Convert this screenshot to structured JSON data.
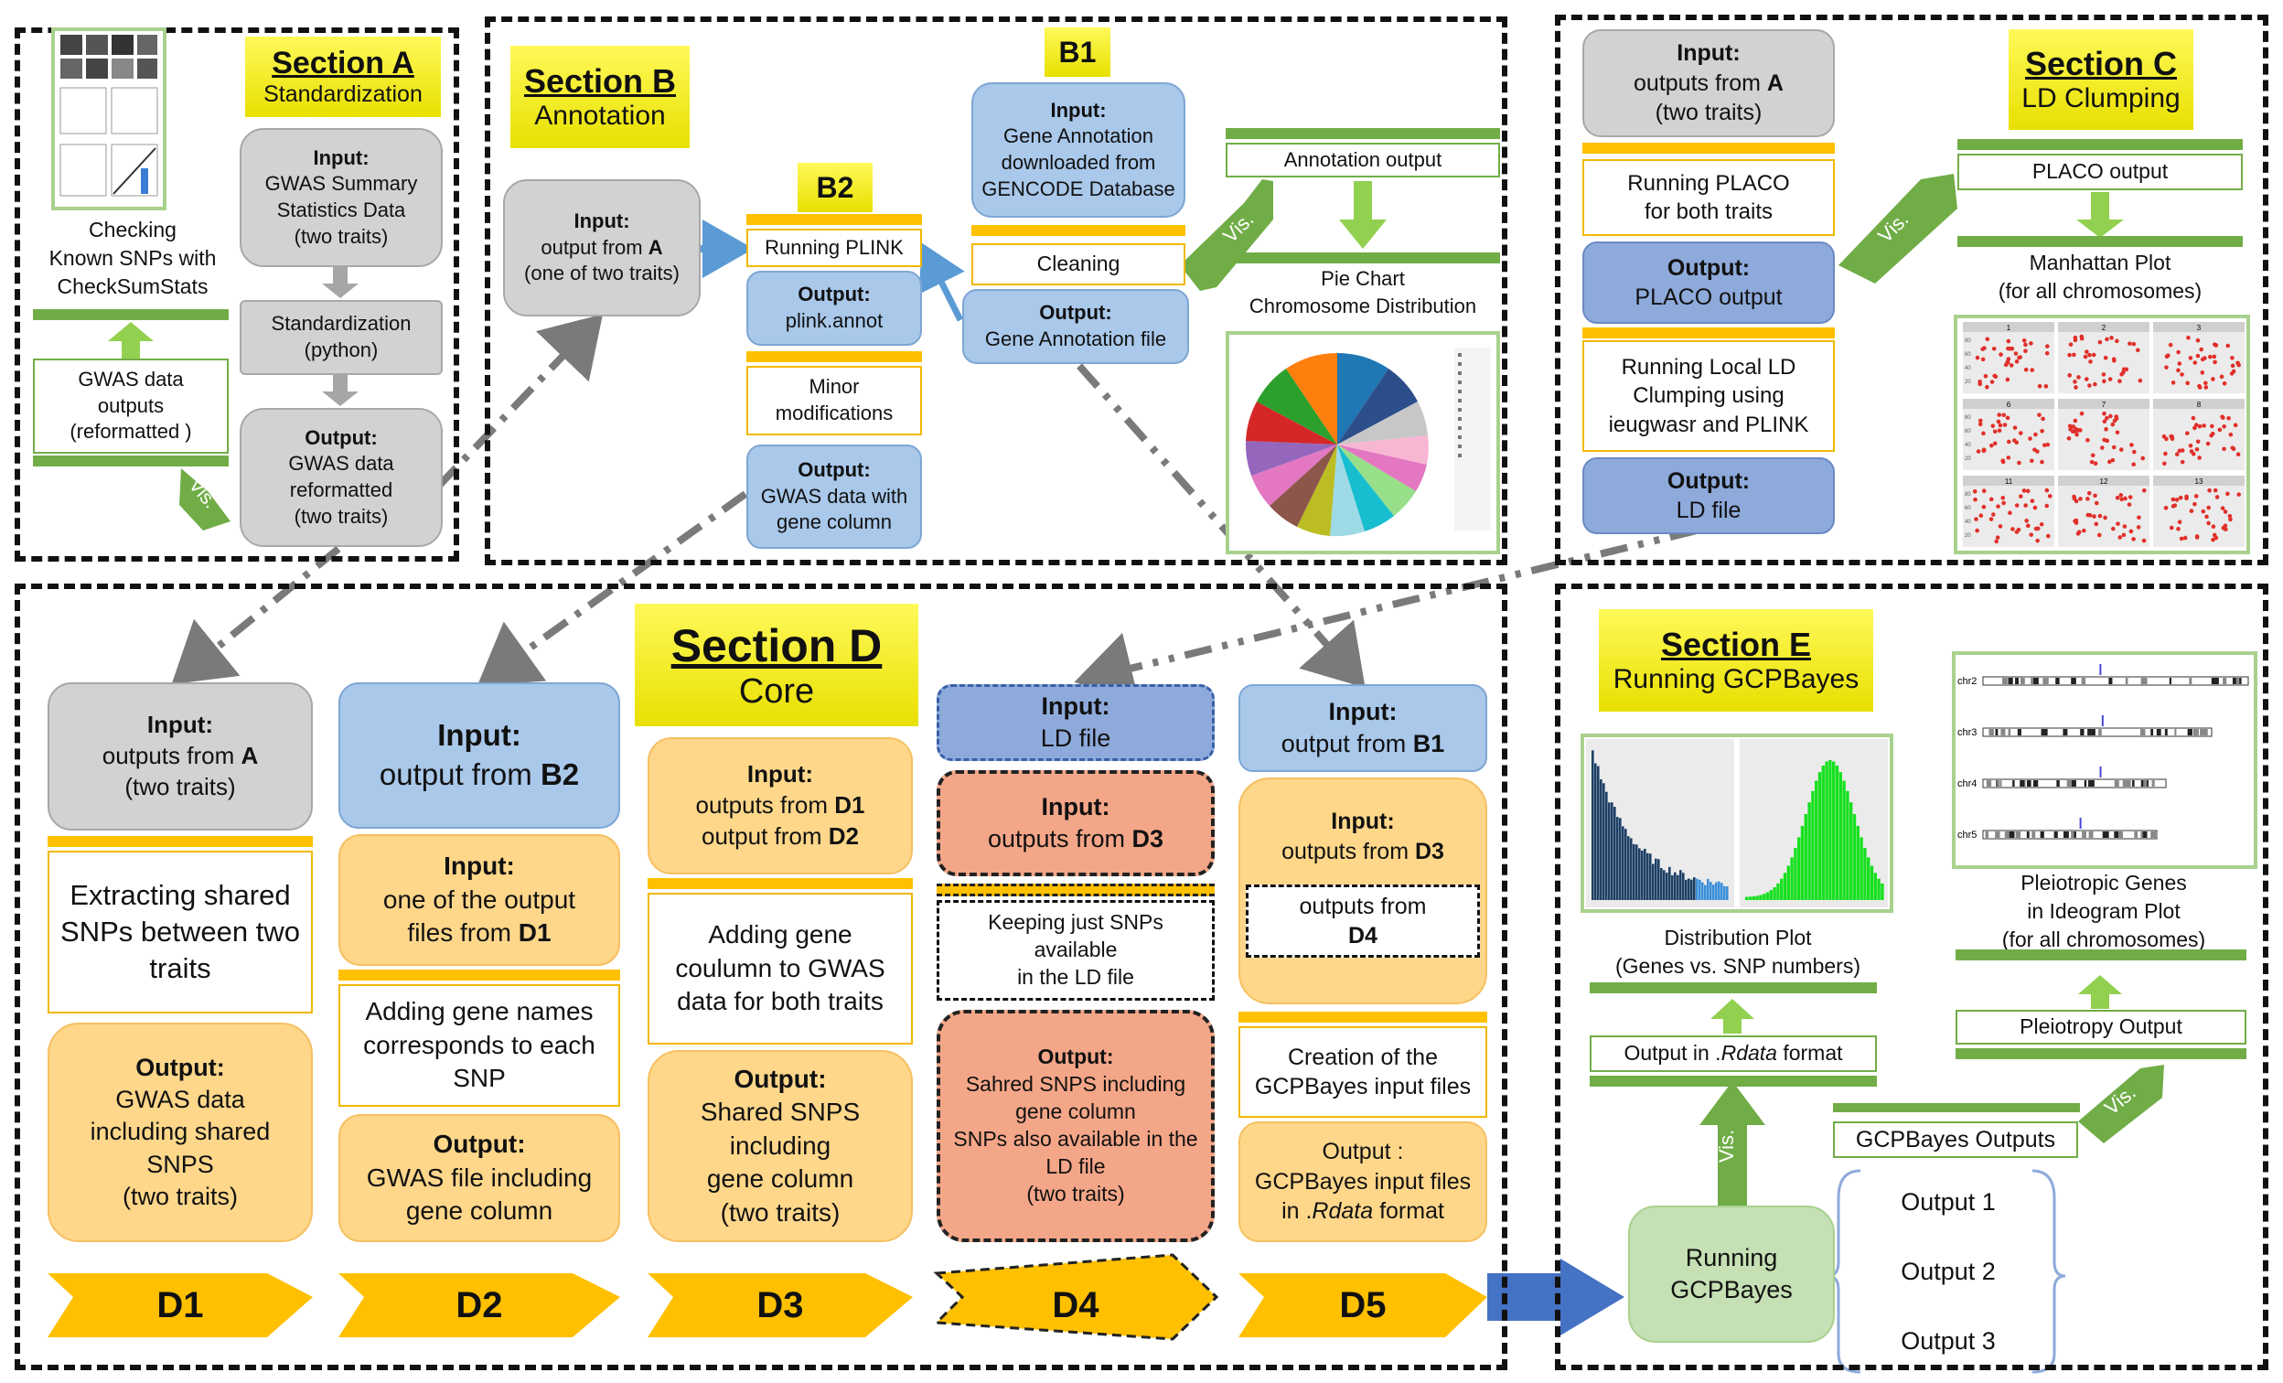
{
  "sectionA": {
    "title": "Section A",
    "subtitle": "Standardization",
    "checking_label": "Checking\nKnown SNPs with\nCheckSumStats",
    "gwas_outputs_box": "GWAS data\noutputs\n(reformatted )",
    "vis": "Vis.",
    "input_head": "Input:",
    "input_body": "GWAS Summary\nStatistics Data\n(two traits)",
    "standardization": "Standardization\n(python)",
    "output_head": "Output:",
    "output_body": "GWAS data\nreformatted\n(two traits)"
  },
  "sectionB": {
    "title": "Section B",
    "subtitle": "Annotation",
    "input_head": "Input:",
    "input_body_pre": "output from ",
    "input_body_bold": "A",
    "input_body_post": "\n(one of two traits)",
    "b2_label": "B2",
    "running_plink": "Running PLINK",
    "plink_out_head": "Output:",
    "plink_out_body": "plink.annot",
    "minor": "Minor\nmodifications",
    "gwas_gene_head": "Output:",
    "gwas_gene_body": "GWAS data with\ngene column",
    "b1_label": "B1",
    "b1_input_head": "Input:",
    "b1_input_body": "Gene Annotation\ndownloaded from\nGENCODE Database",
    "cleaning": "Cleaning",
    "b1_output_head": "Output:",
    "b1_output_body": "Gene Annotation file",
    "vis": "Vis.",
    "annotation_output": "Annotation output",
    "pie_title": "Pie Chart\nChromosome Distribution"
  },
  "sectionC": {
    "title": "Section C",
    "subtitle": "LD Clumping",
    "input_head": "Input:",
    "input_body_pre": "outputs from ",
    "input_body_bold": "A",
    "input_body_post": "\n(two traits)",
    "running_placo": "Running PLACO\nfor both traits",
    "placo_out_head": "Output:",
    "placo_out_body": "PLACO output",
    "running_ld": "Running Local LD\nClumping using\nieugwasr and PLINK",
    "ld_out_head": "Output:",
    "ld_out_body": "LD file",
    "vis": "Vis.",
    "placo_output": "PLACO output",
    "manhattan": "Manhattan Plot\n(for all chromosomes)",
    "panel_labels": [
      "1",
      "2",
      "3",
      "6",
      "7",
      "8",
      "11",
      "12",
      "13"
    ],
    "y_ticks": [
      "80",
      "60",
      "40",
      "20"
    ]
  },
  "sectionD": {
    "title": "Section D",
    "subtitle": "Core",
    "d1_input_head": "Input:",
    "d1_input_pre": "outputs from ",
    "d1_input_bold": "A",
    "d1_input_post": "\n(two traits)",
    "d1_mid": "Extracting shared\nSNPs between two\ntraits",
    "d1_out_head": "Output:",
    "d1_out_body": "GWAS data\nincluding shared\nSNPS\n(two traits)",
    "d2_input_head": "Input:",
    "d2_input_pre": "output from ",
    "d2_input_bold": "B2",
    "d2_input2_head": "Input:",
    "d2_input2_pre": "one of the output\nfiles from ",
    "d2_input2_bold": "D1",
    "d2_mid": "Adding gene names\ncorresponds to each\nSNP",
    "d2_out_head": "Output:",
    "d2_out_body": "GWAS file including\ngene column",
    "d3_input_head": "Input:",
    "d3_input_l1_pre": "outputs from ",
    "d3_input_l1_bold": "D1",
    "d3_input_l2_pre": "output from ",
    "d3_input_l2_bold": "D2",
    "d3_mid": "Adding gene\ncoulumn to GWAS\ndata for both traits",
    "d3_out_head": "Output:",
    "d3_out_body": "Shared SNPS\nincluding\ngene column\n(two traits)",
    "d4_input_head": "Input:",
    "d4_input_body": "LD file",
    "d4_input2_head": "Input:",
    "d4_input2_pre": "outputs from ",
    "d4_input2_bold": "D3",
    "d4_mid": "Keeping just SNPs\navailable\nin the LD file",
    "d4_out_head": "Output:",
    "d4_out_body": "Sahred SNPS including\ngene column\nSNPs also available in the\nLD file\n(two traits)",
    "d5_input_head": "Input:",
    "d5_input_pre": "output from ",
    "d5_input_bold": "B1",
    "d5_input2_head": "Input:",
    "d5_input2_pre": "outputs from ",
    "d5_input2_bold": "D3",
    "d5_input2_sub_pre": "outputs from\n",
    "d5_input2_sub_bold": "D4",
    "d5_mid": "Creation of the\nGCPBayes input files",
    "d5_out_head": "Output :",
    "d5_out_l1": "GCPBayes input files",
    "d5_out_l2_pre": "in .",
    "d5_out_l2_it": "Rdata",
    "d5_out_l2_post": " format",
    "chevrons": [
      "D1",
      "D2",
      "D3",
      "D4",
      "D5"
    ]
  },
  "sectionE": {
    "title": "Section E",
    "subtitle": "Running GCPBayes",
    "distribution": "Distribution Plot\n(Genes vs. SNP numbers)",
    "rdata_pre": "Output in .",
    "rdata_it": "Rdata",
    "rdata_post": " format",
    "vis": "Vis.",
    "running": "Running\nGCPBayes",
    "gcp_outputs": "GCPBayes Outputs",
    "outputs": [
      "Output 1",
      "Output 2",
      "Output 3"
    ],
    "pleio_output": "Pleiotropy  Output",
    "pleio_title": "Pleiotropic Genes\nin Ideogram Plot\n(for all chromosomes)",
    "vis2": "Vis.",
    "chromosomes": [
      "chr2",
      "chr3",
      "chr4",
      "chr5"
    ]
  }
}
